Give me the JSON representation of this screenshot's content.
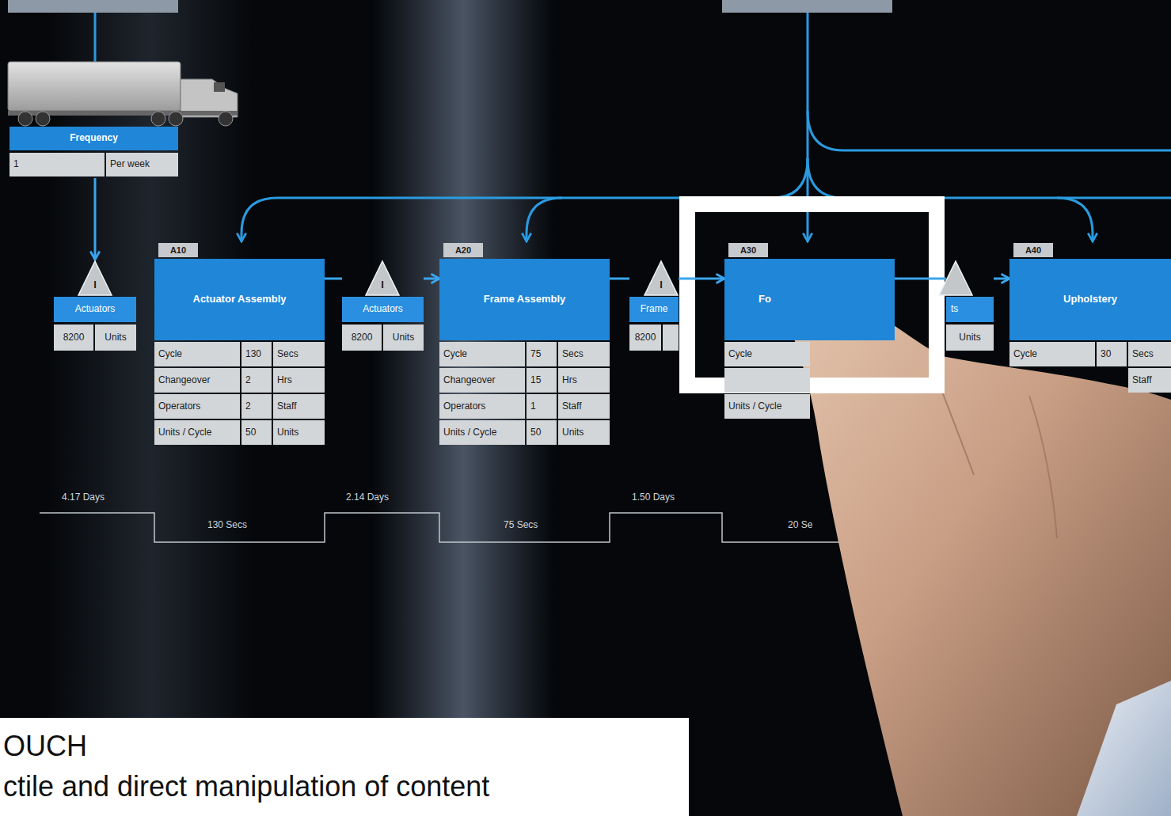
{
  "diagram": {
    "nodes": [
      {
        "text": [
          "Frequency",
          "1",
          "Per week"
        ]
      },
      {
        "text": [
          "I",
          "Actuators",
          "8200",
          "Units"
        ]
      },
      {
        "text": [
          "A10",
          "Actuator Assembly",
          "Cycle",
          "130",
          "Secs",
          "Changeover",
          "2",
          "Hrs",
          "Operators",
          "2",
          "Staff",
          "Units / Cycle",
          "50",
          "Units"
        ]
      },
      {
        "text": [
          "I",
          "Actuators",
          "8200",
          "Units"
        ]
      },
      {
        "text": [
          "A20",
          "Frame Assembly",
          "Cycle",
          "75",
          "Secs",
          "Changeover",
          "15",
          "Hrs",
          "Operators",
          "1",
          "Staff",
          "Units / Cycle",
          "50",
          "Units"
        ]
      },
      {
        "text": [
          "I",
          "Frame",
          "8200"
        ]
      },
      {
        "text": [
          "A30",
          "Fo",
          "Cycle",
          "Units / Cycle"
        ]
      },
      {
        "text": [
          "ts",
          "Units"
        ]
      },
      {
        "text": [
          "A40",
          "Upholstery",
          "Cycle",
          "30",
          "Secs",
          "Staff"
        ]
      },
      {
        "text": [
          "OUCH",
          "ctile and direct manipulation of content"
        ]
      }
    ],
    "edges": [
      {
        "from": 0,
        "to": 1,
        "arrow": "to"
      },
      {
        "from": 2,
        "to": 3,
        "arrow": "none"
      },
      {
        "from": 3,
        "to": 4,
        "arrow": "to"
      },
      {
        "from": 4,
        "to": 5,
        "arrow": "none"
      },
      {
        "from": 5,
        "to": 6,
        "arrow": "to"
      },
      {
        "from": 6,
        "to": 7,
        "arrow": "none"
      },
      {
        "from": 7,
        "to": 8,
        "arrow": "to"
      }
    ],
    "labels": [
      "4.17 Days",
      "130 Secs",
      "2.14 Days",
      "75 Secs",
      "1.50 Days",
      "20 Se"
    ]
  }
}
